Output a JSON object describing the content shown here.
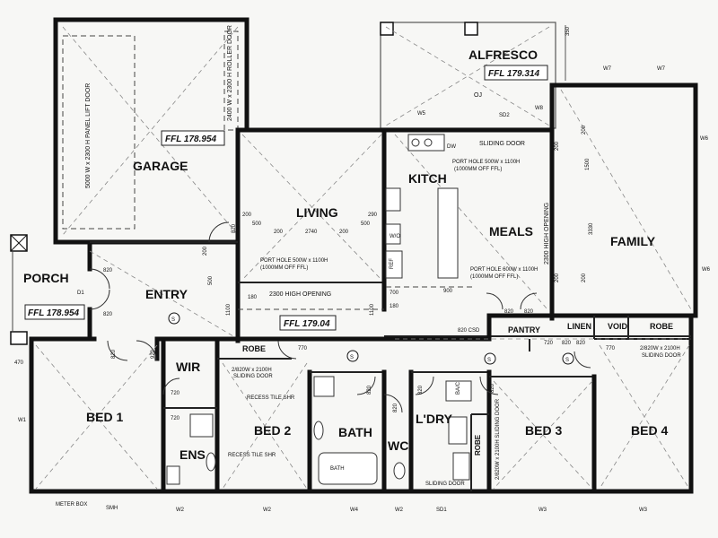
{
  "rooms": {
    "garage": "GARAGE",
    "alfresco": "ALFRESCO",
    "porch": "PORCH",
    "entry": "ENTRY",
    "living": "LIVING",
    "kitch": "KITCH",
    "meals": "MEALS",
    "family": "FAMILY",
    "bed1": "BED 1",
    "wir": "WIR",
    "ens": "ENS",
    "bed2": "BED 2",
    "bath": "BATH",
    "wc": "WC",
    "ldry": "L'DRY",
    "bed3": "BED 3",
    "bed4": "BED 4",
    "pantry": "PANTRY",
    "linen": "LINEN",
    "void": "VOID",
    "robe2": "ROBE",
    "robe4": "ROBE",
    "robe3": "ROBE"
  },
  "ffl": {
    "garage": "FFL 178.954",
    "alfresco": "FFL 179.314",
    "porch": "FFL 178.954",
    "house": "FFL 179.04"
  },
  "notes": {
    "garage_door": "5000 W x 2300 H PANEL LIFT DOOR",
    "roller_door": "2400 W x 2300 H ROLLER DOOR",
    "sliding_door": "SLIDING DOOR",
    "port_hole_kitchen": "PORT HOLE 500W x 1100H",
    "port_hole_kitchen_2": "(1000MM OFF FFL)",
    "port_hole_living": "PORT HOLE 500W x 1100H",
    "port_hole_living_2": "(1000MM OFF FFL)",
    "port_hole_meals": "PORT HOLE 600W x 1100H",
    "port_hole_meals_2": "(1000MM OFF FFL)",
    "high_opening": "2300 HIGH OPENING",
    "high_opening_v": "2300 HIGH OPENING",
    "csd": "820 CSD",
    "bed2_door": "2/820W x 2100H",
    "bed2_door_2": "SLIDING DOOR",
    "bed4_door": "2/820W x 2100H",
    "bed4_door_2": "SLIDING DOOR",
    "bed3_door": "2/820W x 2100H SLIDING DOOR",
    "recess_shr_bed2": "RECESS TILE SHR",
    "recess_shr_ens": "RECESS TILE SHR",
    "ldry_sliding": "SLIDING DOOR",
    "bath_tub": "BATH",
    "meter_box": "METER BOX",
    "smh": "SMH",
    "baw": "BA/C",
    "oj": "OJ",
    "dim_350": "350"
  },
  "dims": {
    "d200a": "200",
    "d500a": "500",
    "d290": "290",
    "d200b": "200",
    "d2740": "2740",
    "d200c": "200",
    "d500b": "500",
    "d200d": "200",
    "d820a": "820",
    "d820b": "820",
    "d820c": "820",
    "d820d": "820",
    "d820e": "820",
    "d820f": "820",
    "d820g": "820",
    "d820h": "820",
    "d820i": "820",
    "d820j": "820",
    "d500c": "500",
    "d200e": "200",
    "d1100a": "1100",
    "d1100b": "1100",
    "d180a": "180",
    "d180b": "180",
    "d700": "700",
    "d900": "900",
    "d2300v": "2300 HIGH OPENING",
    "d3330": "3330",
    "d1500": "1500",
    "d200f": "200",
    "d200g": "200",
    "d200h": "200",
    "d200i": "200",
    "d770a": "770",
    "d770b": "770",
    "d720a": "720",
    "d720b": "720",
    "d470": "470",
    "d820k": "820",
    "d820l": "820",
    "d820m": "820",
    "d820n": "820",
    "d720c": "720",
    "d920": "920"
  },
  "windows": {
    "w1": "W1",
    "w2a": "W2",
    "w2b": "W2",
    "w2c": "W2",
    "w3a": "W3",
    "w3b": "W3",
    "w4": "W4",
    "w5": "W5",
    "w6a": "W6",
    "w6b": "W6",
    "w7a": "W7",
    "w7b": "W7",
    "w8": "W8",
    "sd1": "SD1",
    "sd2": "SD2",
    "d1": "D1"
  },
  "symbols": {
    "smoke": "S",
    "fridge": "REF",
    "dw": "DW",
    "wo": "W/O"
  }
}
